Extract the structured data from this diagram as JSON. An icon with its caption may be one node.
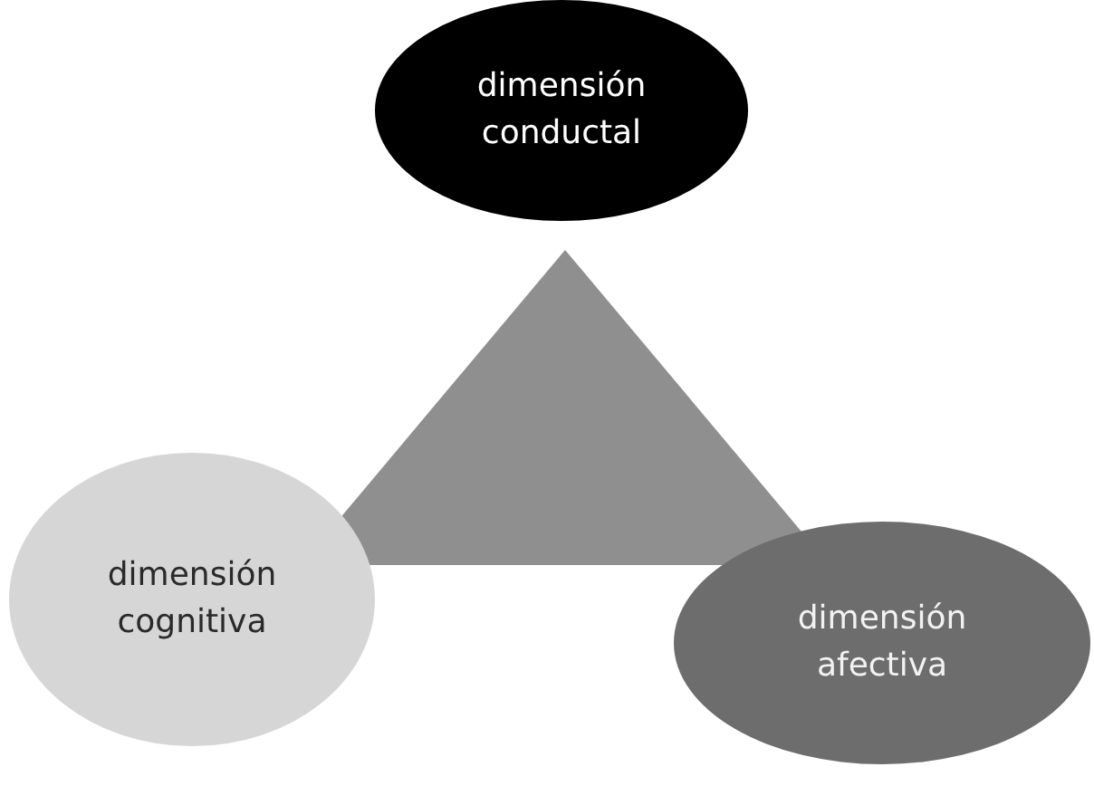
{
  "diagram": {
    "nodes": [
      {
        "text": [
          "dimensión conductal"
        ]
      },
      {
        "text": [],
        "shape": "triangle"
      },
      {
        "text": [
          "dimensión cognitiva"
        ]
      },
      {
        "text": [
          "dimensión afectiva"
        ]
      }
    ]
  }
}
